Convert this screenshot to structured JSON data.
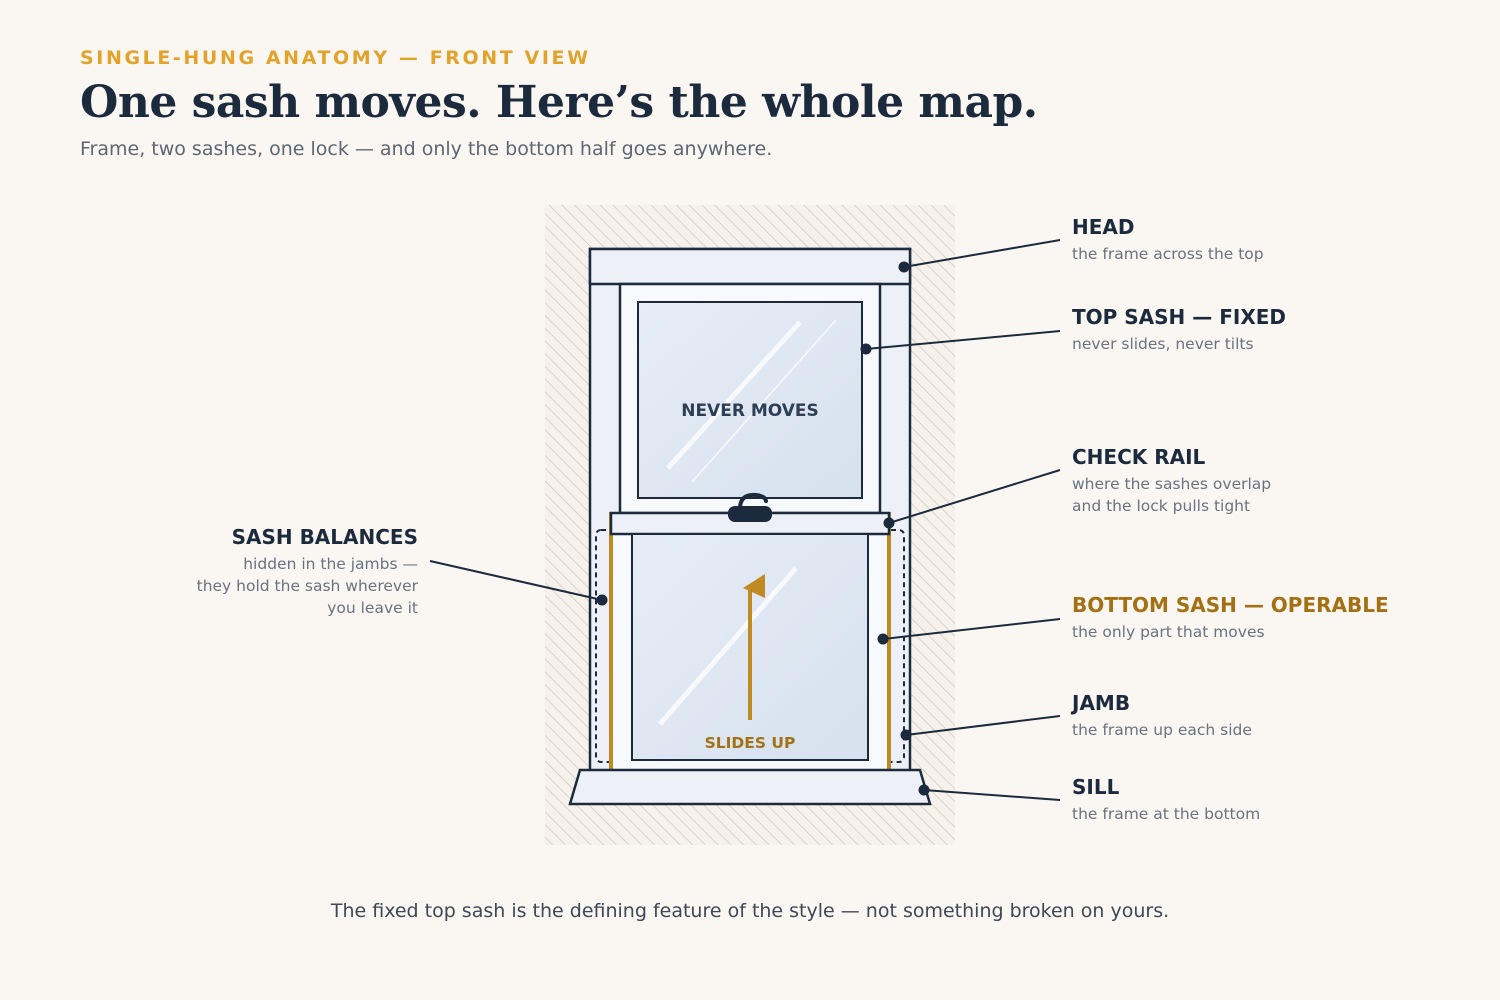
{
  "header": {
    "eyebrow": "SINGLE-HUNG ANATOMY — FRONT VIEW",
    "title": "One sash moves. Here’s the whole map.",
    "subtitle": "Frame, two sashes, one lock — and only the bottom half goes anywhere."
  },
  "diagram": {
    "top_pane_label": "NEVER MOVES",
    "bottom_pane_label": "SLIDES UP"
  },
  "callouts": {
    "head": {
      "title": "HEAD",
      "lines": [
        "the frame across the top"
      ]
    },
    "top_sash": {
      "title": "TOP SASH — FIXED",
      "lines": [
        "never slides, never tilts"
      ]
    },
    "check_rail": {
      "title": "CHECK RAIL",
      "lines": [
        "where the sashes overlap",
        "and the lock pulls tight"
      ]
    },
    "bottom_sash": {
      "title": "BOTTOM SASH — OPERABLE",
      "lines": [
        "the only part that moves"
      ]
    },
    "jamb": {
      "title": "JAMB",
      "lines": [
        "the frame up each side"
      ]
    },
    "sill": {
      "title": "SILL",
      "lines": [
        "the frame at the bottom"
      ]
    },
    "sash_balances": {
      "title": "SASH BALANCES",
      "lines": [
        "hidden in the jambs —",
        "they hold the sash wherever",
        "you leave it"
      ]
    }
  },
  "footer": "The fixed top sash is the defining feature of the style — not something broken on yours.",
  "colors": {
    "ink": "#1b2a3d",
    "accent_gold": "#c08a22",
    "eyebrow_gold": "#e3a32b",
    "glass": "#dbe5f1",
    "frame_fill": "#edf1f7"
  }
}
